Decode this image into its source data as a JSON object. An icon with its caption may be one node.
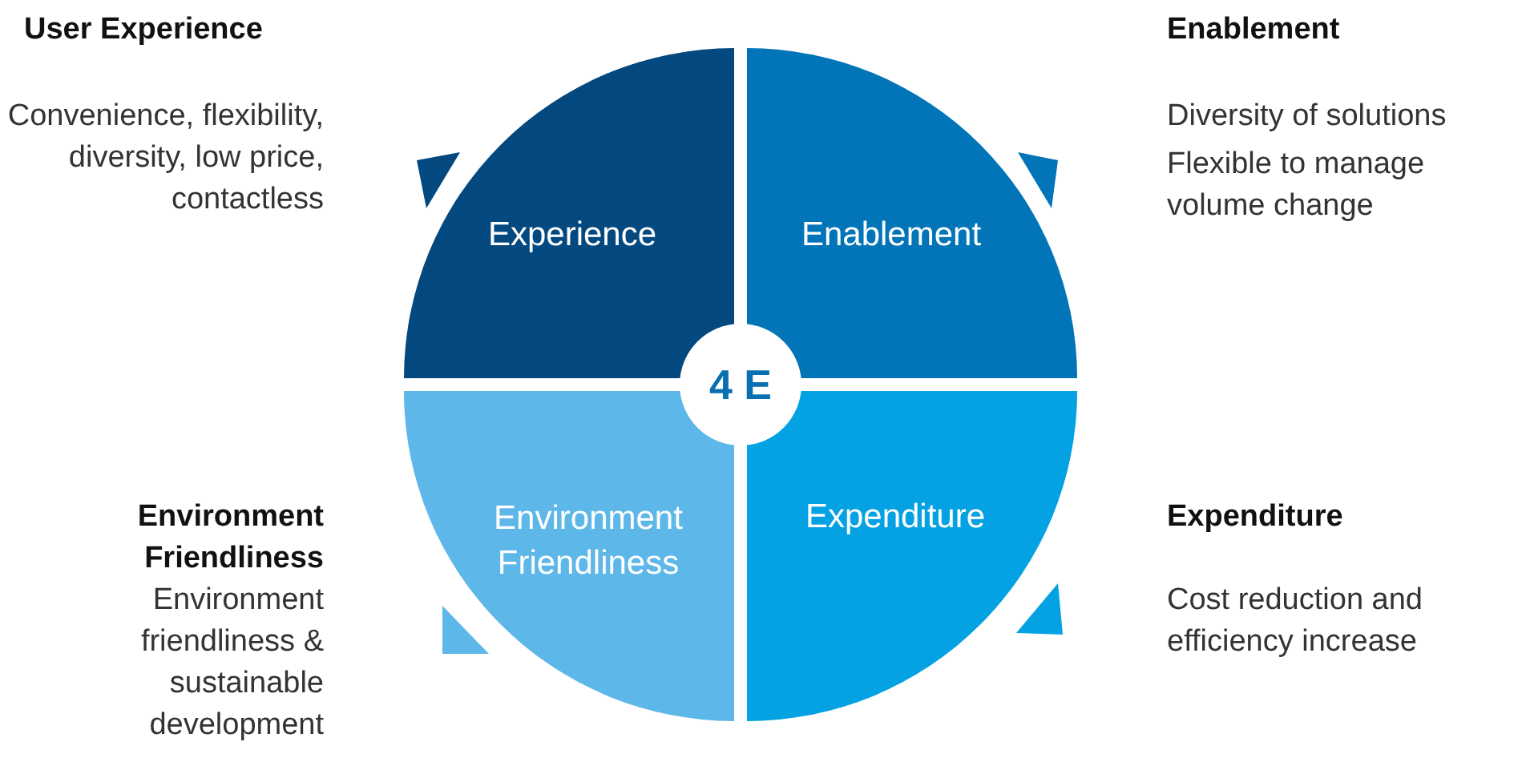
{
  "diagram": {
    "nodes": [
      {
        "text": [
          "Experience"
        ]
      },
      {
        "text": [
          "Enablement"
        ]
      },
      {
        "text": [
          "Environment Friendliness"
        ]
      },
      {
        "text": [
          "Expenditure"
        ]
      },
      {
        "text": [
          "4 E"
        ]
      }
    ],
    "labels": [
      "User Experience",
      "Enablement",
      "Convenience, flexibility, diversity, low price, contactless",
      "Diversity of solutions",
      "Flexible to manage volume change",
      "Environment Friendliness",
      "Expenditure",
      "Environment friendliness & sustainable development",
      "Cost reduction and efficiency increase"
    ]
  }
}
